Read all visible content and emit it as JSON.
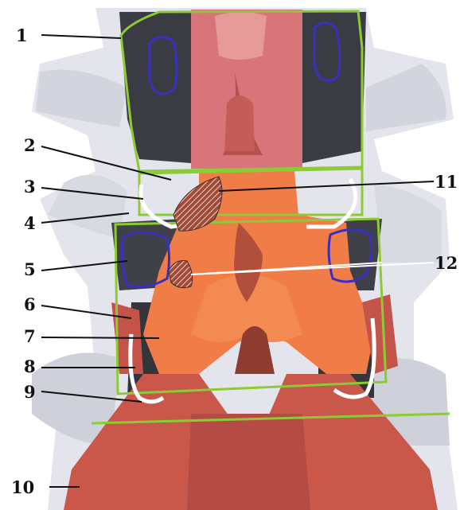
{
  "figure": {
    "labels": {
      "l1": "1",
      "l2": "2",
      "l3": "3",
      "l4": "4",
      "l5": "5",
      "l6": "6",
      "l7": "7",
      "l8": "8",
      "l9": "9",
      "l10": "10",
      "l11": "11",
      "l12": "12"
    }
  },
  "colors": {
    "background": "#ffffff",
    "bone_light": "#e7e8ee",
    "bone_shadow": "#b9bcc8",
    "dark_structure": "#2f3036",
    "spinal_canal_pink": "#d96a6a",
    "ligament_orange": "#f07a45",
    "muscle_red": "#c7554a",
    "outline_green": "#86c832",
    "outline_blue": "#3a2fc0",
    "outline_white": "#ffffff",
    "pointer_line": "#111111"
  }
}
